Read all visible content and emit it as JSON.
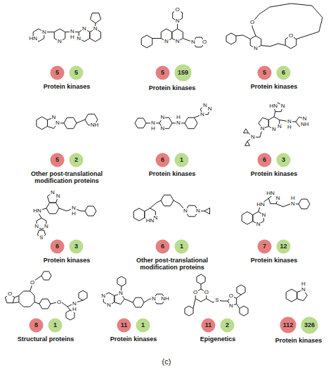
{
  "diagram": {
    "caption": "(c)",
    "nodes": [
      {
        "text": [
          "5"
        ]
      },
      {
        "text": [
          "5"
        ]
      },
      {
        "text": [
          "5"
        ]
      },
      {
        "text": [
          "159"
        ]
      },
      {
        "text": [
          "5"
        ]
      },
      {
        "text": [
          "6"
        ]
      },
      {
        "text": [
          "5"
        ]
      },
      {
        "text": [
          "2"
        ]
      },
      {
        "text": [
          "6"
        ]
      },
      {
        "text": [
          "1"
        ]
      },
      {
        "text": [
          "6"
        ]
      },
      {
        "text": [
          "3"
        ]
      },
      {
        "text": [
          "6"
        ]
      },
      {
        "text": [
          "3"
        ]
      },
      {
        "text": [
          "6"
        ]
      },
      {
        "text": [
          "1"
        ]
      },
      {
        "text": [
          "7"
        ]
      },
      {
        "text": [
          "12"
        ]
      },
      {
        "text": [
          "8"
        ]
      },
      {
        "text": [
          "1"
        ]
      },
      {
        "text": [
          "11"
        ]
      },
      {
        "text": [
          "1"
        ]
      },
      {
        "text": [
          "11"
        ]
      },
      {
        "text": [
          "2"
        ]
      },
      {
        "text": [
          "112"
        ]
      },
      {
        "text": [
          "326"
        ]
      }
    ],
    "labels": [
      "Protein kinases",
      "Protein kinases",
      "Protein kinases",
      "Other post-translational modification proteins",
      "Protein kinases",
      "Protein kinases",
      "Protein kinases",
      "Other post-translational modification proteins",
      "Protein kinases",
      "Structural proteins",
      "Protein kinases",
      "Epigenetics",
      "Protein kinases",
      "HN",
      "N",
      "N",
      "N",
      "H",
      "N",
      "N",
      "N",
      "N",
      "N",
      "N",
      "O",
      "N",
      "O",
      "O",
      "N",
      "O",
      "N",
      "N",
      "NH",
      "N",
      "H",
      "N",
      "N",
      "N",
      "H",
      "N",
      "N",
      "N",
      "N",
      "HN",
      "N",
      "N",
      "N",
      "N",
      "N",
      "H",
      "NH",
      "N",
      "N",
      "N",
      "HN",
      "N",
      "N",
      "S",
      "N",
      "H",
      "N",
      "HN",
      "N",
      "N",
      "N",
      "N",
      "HN",
      "HN",
      "N",
      "N",
      "H",
      "O",
      "O",
      "O",
      "N",
      "H",
      "N",
      "N",
      "N",
      "N",
      "NH",
      "O",
      "O",
      "S",
      "O",
      "N",
      "N",
      "H"
    ]
  }
}
